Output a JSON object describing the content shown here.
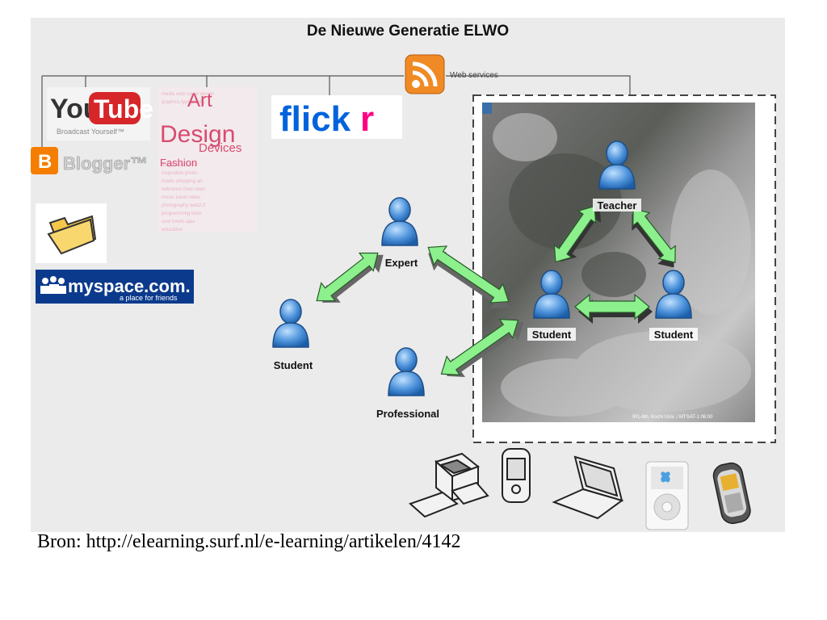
{
  "title": "De Nieuwe Generatie ELWO",
  "caption": "Bron: http://elearning.surf.nl/e-learning/artikelen/4142",
  "web_services_label": "Web services",
  "services": {
    "youtube_you": "You",
    "youtube_tube": "Tube",
    "youtube_slogan": "Broadcast Yourself™",
    "blogger": "Blogger™",
    "tagcloud_words": [
      "Art",
      "Design",
      "Devices",
      "Fashion"
    ],
    "flickr_a": "flick",
    "flickr_b": "r",
    "myspace": "myspace.com.",
    "myspace_slogan": "a place for friends"
  },
  "map_footer": "IR1-6th. Kochi Univ. / MTSAT-1 06:00",
  "nodes": {
    "teacher": "Teacher",
    "expert": "Expert",
    "student_left": "Student",
    "professional": "Professional",
    "student_mid": "Student",
    "student_right": "Student"
  },
  "colors": {
    "panel": "#ebebeb",
    "arrow": "#8cf08c",
    "person": "#4a90d9",
    "youtube_red": "#d6262a",
    "flickr_blue": "#0063dc",
    "flickr_pink": "#ff0084",
    "myspace_blue": "#0b3a8c",
    "rss_orange": "#f08a24",
    "blogger_orange": "#f57d00"
  },
  "icons": [
    "rss-icon",
    "blogger-icon",
    "folder-icon",
    "desktop-computer-icon",
    "pda-icon",
    "laptop-icon",
    "ipod-icon",
    "mobile-phone-icon",
    "person-icon"
  ]
}
